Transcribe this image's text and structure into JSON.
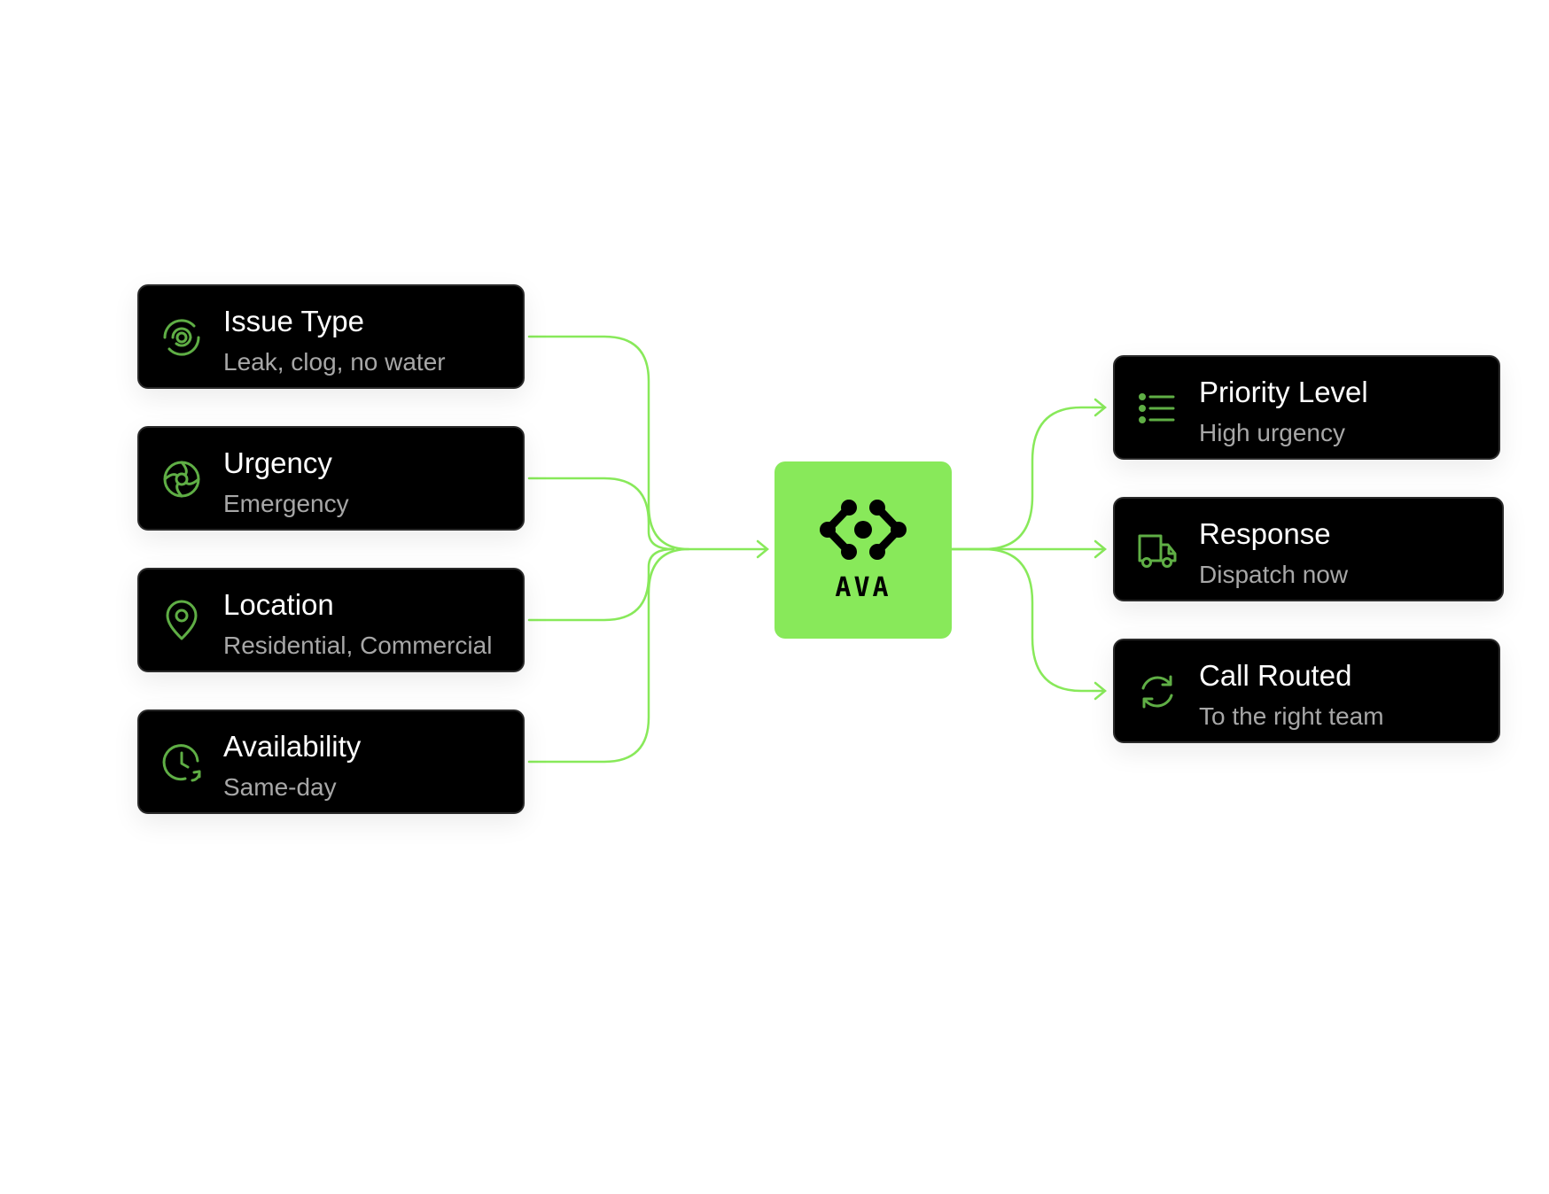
{
  "colors": {
    "accent": "#88e95a",
    "icon": "#5fae45",
    "card_bg": "#000000",
    "title_text": "#ffffff",
    "subtitle_text": "#a7a7a7"
  },
  "hub": {
    "logo": "ava-logo",
    "wordmark": "AVA"
  },
  "inputs": [
    {
      "title": "Issue Type",
      "subtitle": "Leak, clog, no water",
      "icon": "target-icon"
    },
    {
      "title": "Urgency",
      "subtitle": "Emergency",
      "icon": "aperture-icon"
    },
    {
      "title": "Location",
      "subtitle": "Residential, Commercial",
      "icon": "map-pin-icon"
    },
    {
      "title": "Availability",
      "subtitle": "Same-day",
      "icon": "clock-refresh-icon"
    }
  ],
  "outputs": [
    {
      "title": "Priority Level",
      "subtitle": "High urgency",
      "icon": "list-icon"
    },
    {
      "title": "Response",
      "subtitle": "Dispatch now",
      "icon": "truck-icon"
    },
    {
      "title": "Call Routed",
      "subtitle": "To the right team",
      "icon": "refresh-icon"
    }
  ]
}
